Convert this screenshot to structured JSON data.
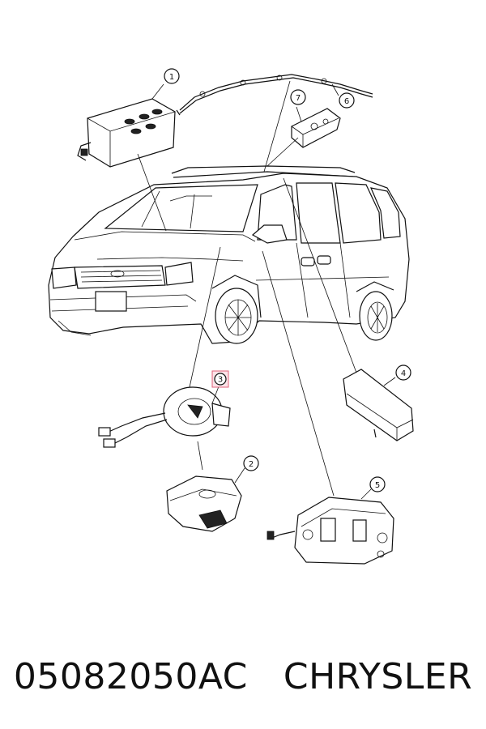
{
  "callouts": [
    {
      "id": "1",
      "label": "1",
      "highlighted": false
    },
    {
      "id": "2",
      "label": "2",
      "highlighted": false
    },
    {
      "id": "3",
      "label": "3",
      "highlighted": true
    },
    {
      "id": "4",
      "label": "4",
      "highlighted": false
    },
    {
      "id": "5",
      "label": "5",
      "highlighted": false
    },
    {
      "id": "6",
      "label": "6",
      "highlighted": false
    },
    {
      "id": "7",
      "label": "7",
      "highlighted": false
    }
  ],
  "caption": {
    "part_number": "05082050AC",
    "brand": "CHRYSLER"
  },
  "colors": {
    "line": "#111111",
    "highlight": "#e0607a",
    "background": "#ffffff"
  }
}
